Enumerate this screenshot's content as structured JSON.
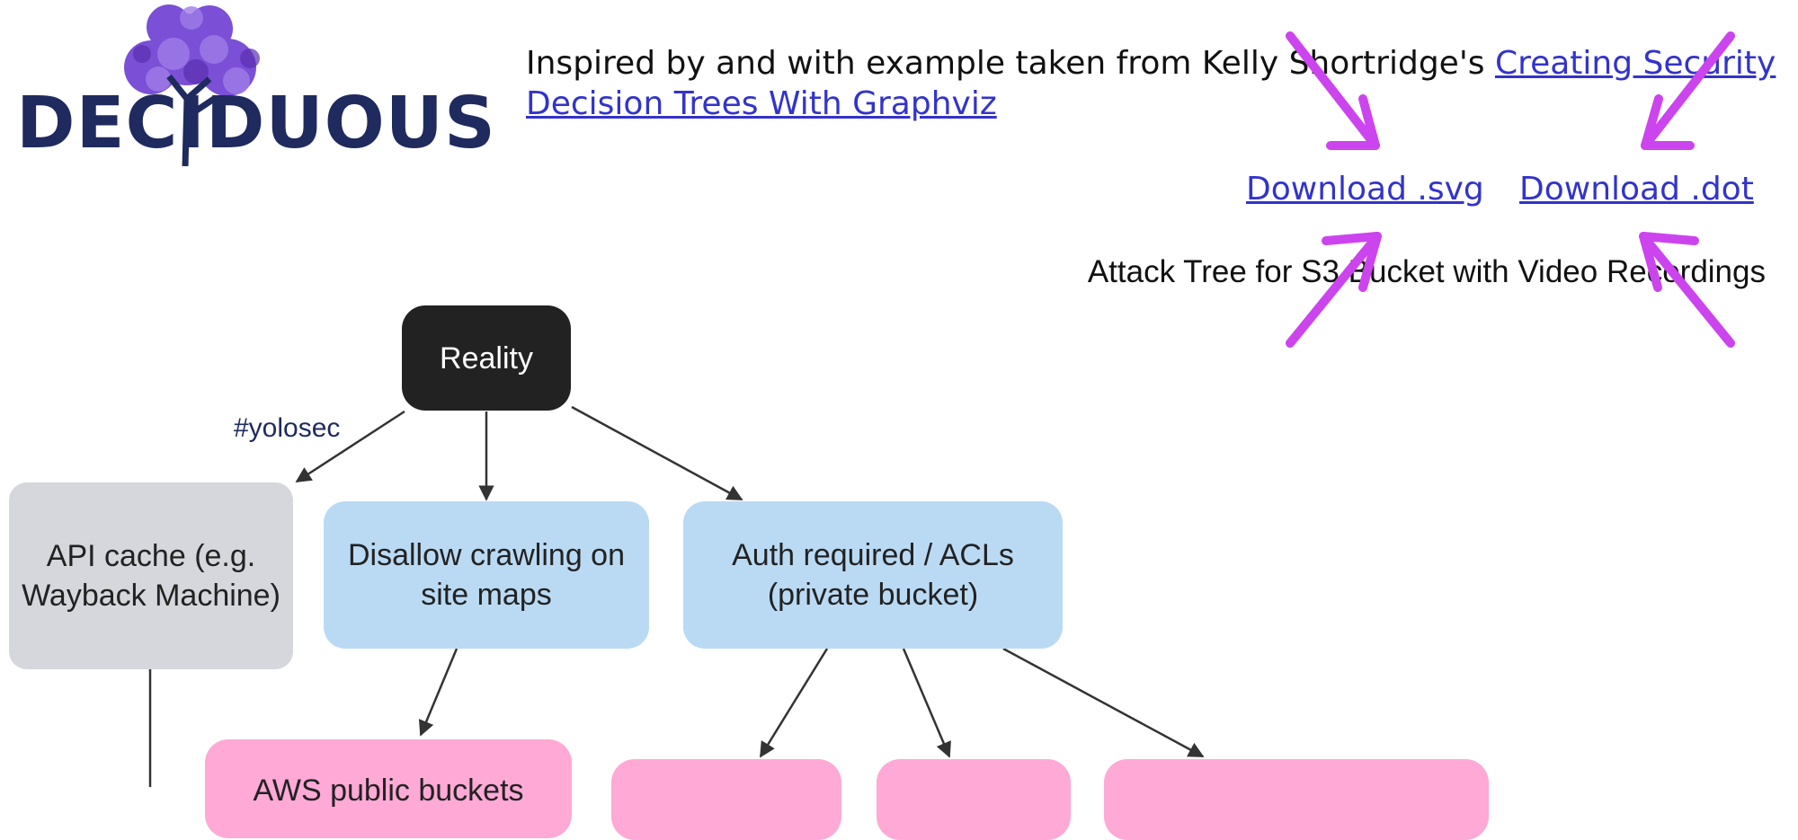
{
  "header": {
    "logo_text": "DECIDUOUS",
    "inspired_text": "Inspired by and with example taken from Kelly Shortridge's ",
    "inspired_link": "Creating Security Decision Trees With Graphviz"
  },
  "downloads": {
    "svg_label": "Download .svg",
    "dot_label": "Download .dot"
  },
  "tree": {
    "title": "Attack Tree for S3 Bucket with Video Recordings",
    "root": "Reality",
    "edge_label_yolosec": "#yolosec",
    "nodes": {
      "api_cache": "API cache (e.g. Wayback Machine)",
      "disallow_crawling": "Disallow crawling on site maps",
      "auth_required": "Auth required / ACLs (private bucket)",
      "aws_public": "AWS public buckets"
    }
  },
  "colors": {
    "root_fill": "#222222",
    "fact_fill": "#d5d7dd",
    "mitigation_fill": "#badaf4",
    "attack_fill": "#ffa9d6",
    "annotation_arrows": "#cc44ee",
    "link": "#3333cc"
  }
}
